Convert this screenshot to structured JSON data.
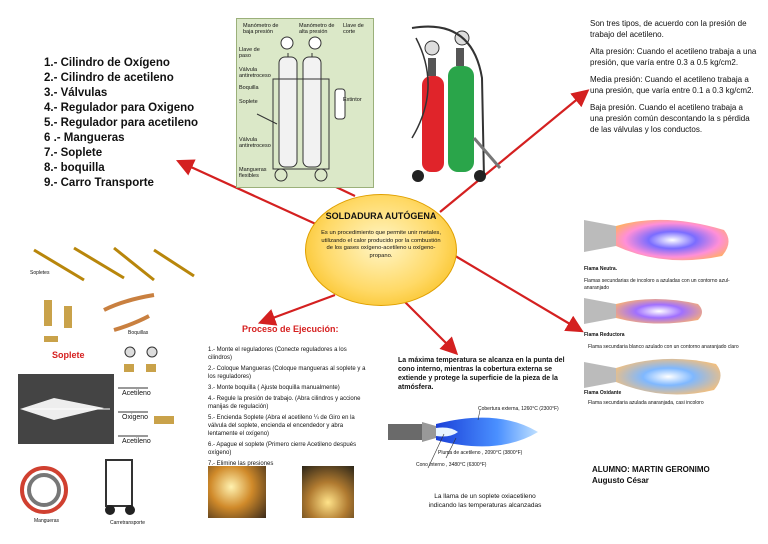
{
  "center": {
    "title": "SOLDADURA AUTÓGENA",
    "description": "Es un procedimiento que permite unir metales, utilizando el calor producido por la combustión de los gases oxígeno-acetileno u oxígeno- propano."
  },
  "parts": [
    "1.- Cilindro de Oxígeno",
    "2.- Cilindro de acetileno",
    "3.- Válvulas",
    "4.- Regulador para Oxigeno",
    "5.- Regulador para acetileno",
    "6 .- Mangueras",
    "7.- Soplete",
    "8.- boquilla",
    "9.- Carro Transporte"
  ],
  "diagram_labels": {
    "top_left": [
      "Manómetro de baja presión",
      "Manómetro de alta presión",
      "Llave de corte",
      "Llave de paso",
      "Válvula antiretroceso",
      "Boquilla",
      "Soplete",
      "Extintor",
      "Válvula antiretroceso",
      "Mangueras flexibles"
    ],
    "left_photos": {
      "sopletes": "Sopletes",
      "boquillas": "Boquillas",
      "soplete_red": "Soplete",
      "acetileno_1": "Acetileno",
      "oxigeno": "Oxigeno",
      "acetileno_2": "Acetileno",
      "mangueras": "Mangueras",
      "carro": "Carretransporte"
    }
  },
  "pressure": {
    "intro": "Son tres tipos, de acuerdo con la presión de trabajo del acetileno.",
    "alta": "Alta presión: Cuando el acetileno trabaja a una presión, que varía entre 0.3 a 0.5 kg/cm2.",
    "media": "Media presión: Cuando el acetileno trabaja a una presión, que varía entre 0.1 a 0.3 kg/cm2.",
    "baja": "Baja presión. Cuando el acetileno trabaja a una presión común descontando la s pérdida de las válvulas y los conductos."
  },
  "flames": {
    "neutra_title": "Flama Neutra.",
    "neutra_desc": "Flamas secundarias de incoloro a azuladas con un contorno azul-anaranjado",
    "reductora_title": "Flama Reductora",
    "reductora_desc": "Flama secundaria blanco azulado con un contorno anaranjado claro",
    "oxidante_title": "Flama Oxidante",
    "oxidante_desc": "Flama secundaria azulada anaranjada, casi incoloro"
  },
  "process": {
    "title": "Proceso de Ejecución:",
    "steps": [
      "1.- Monte el reguladores (Conecte reguladores a los cilindros)",
      "2.- Coloque Mangueras (Coloque mangueras al soplete y a los reguladores)",
      "3.- Monte boquilla ( Ajuste boquilla manualmente)",
      "4.- Regule la presión de trabajo. (Abra cilindros y accione manijas de regulación)",
      "5.- Encienda Soplete (Abra el acetileno ¼ de Giro en la válvula del soplete, encienda el encendedor y abra lentamente el oxígeno)",
      "6.- Apague el soplete (Primero cierre Acetileno después oxígeno)",
      "7.- Elimine las presiones"
    ]
  },
  "temperature": {
    "text": "La máxima temperatura se alcanza en la punta del cono interno, mientras la cobertura externa se extiende y protege la superficie de la pieza de la atmósfera.",
    "outer": "Cobertura externa, 1260°C (2300°F)",
    "acetylene": "Pluma de acetileno , 2090°C (3800°F)",
    "cone": "Cono interno , 3480°C (6300°F)",
    "caption": "La llama de un soplete oxiacetileno indicando las temperaturas alcanzadas"
  },
  "author": {
    "line1": "ALUMNO: MARTIN GERONIMO",
    "line2": "Augusto César"
  }
}
